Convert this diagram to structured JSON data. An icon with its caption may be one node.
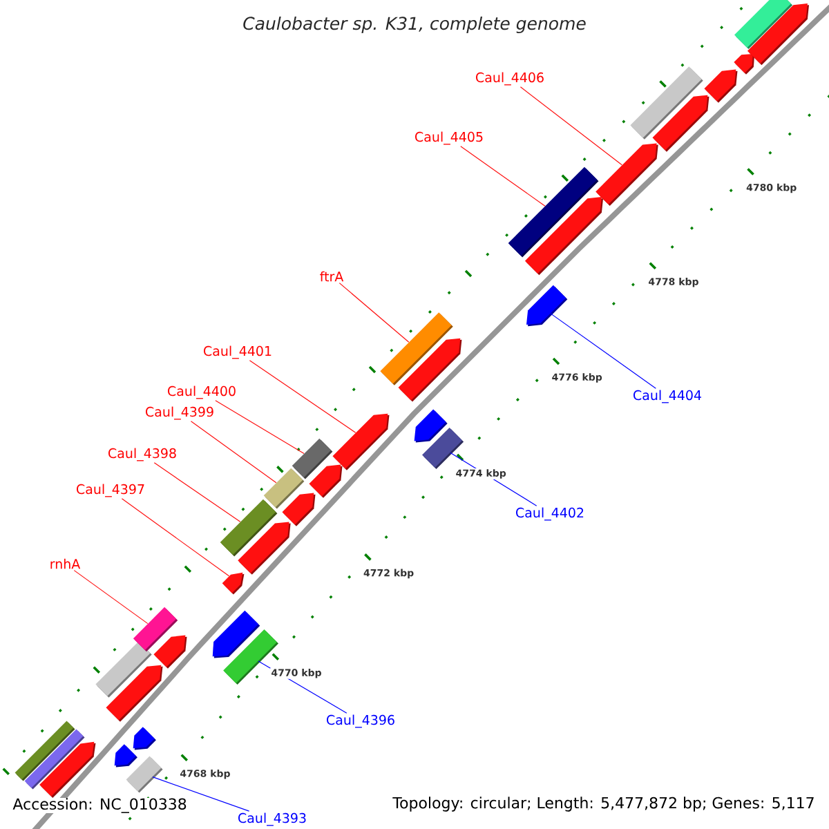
{
  "diagram": {
    "title": "Caulobacter sp. K31, complete genome",
    "nodes": [
      {
        "text": [
          "Caul_4406"
        ]
      },
      {
        "text": [
          "Caul_4405"
        ]
      },
      {
        "text": [
          "ftrA"
        ]
      },
      {
        "text": [
          "Caul_4401"
        ]
      },
      {
        "text": [
          "Caul_4400"
        ]
      },
      {
        "text": [
          "Caul_4404"
        ]
      },
      {
        "text": [
          "Caul_4399"
        ]
      },
      {
        "text": [
          "Caul_4398"
        ]
      },
      {
        "text": [
          "Caul_4397"
        ]
      },
      {
        "text": [
          "Caul_4402"
        ]
      },
      {
        "text": [
          "rnhA"
        ]
      },
      {
        "text": [
          "Caul_4396"
        ]
      },
      {
        "text": [
          "Caul_4393"
        ]
      },
      {
        "text": [],
        "shape": "box"
      },
      {
        "text": [],
        "shape": "box"
      },
      {
        "text": [],
        "shape": "pentagon"
      },
      {
        "text": [],
        "shape": "pentagon"
      },
      {
        "text": [],
        "shape": "box"
      },
      {
        "text": [],
        "shape": "pentagon"
      },
      {
        "text": [],
        "shape": "box"
      },
      {
        "text": [],
        "shape": "pentagon"
      },
      {
        "text": [],
        "shape": "pentagon"
      },
      {
        "text": [],
        "shape": "box"
      },
      {
        "text": [],
        "shape": "box"
      },
      {
        "text": [],
        "shape": "pentagon"
      },
      {
        "text": [],
        "shape": "pentagon"
      },
      {
        "text": [],
        "shape": "pentagon"
      },
      {
        "text": [],
        "shape": "box"
      },
      {
        "text": [],
        "shape": "pentagon"
      },
      {
        "text": [],
        "shape": "box"
      },
      {
        "text": [],
        "shape": "box"
      },
      {
        "text": [],
        "shape": "pentagon"
      },
      {
        "text": [],
        "shape": "pentagon"
      },
      {
        "text": [],
        "shape": "box"
      },
      {
        "text": [],
        "shape": "pentagon"
      },
      {
        "text": [],
        "shape": "pentagon"
      },
      {
        "text": [],
        "shape": "box"
      },
      {
        "text": [],
        "shape": "pentagon"
      },
      {
        "text": [],
        "shape": "pentagon"
      },
      {
        "text": [],
        "shape": "box"
      },
      {
        "text": [],
        "shape": "pentagon"
      },
      {
        "text": [],
        "shape": "pentagon"
      },
      {
        "text": [],
        "shape": "box"
      },
      {
        "text": [],
        "shape": "pentagon"
      },
      {
        "text": [],
        "shape": "pentagon"
      },
      {
        "text": [],
        "shape": "box"
      },
      {
        "text": [],
        "shape": "pentagon"
      }
    ],
    "edges": [
      {
        "from": 0,
        "to": 40,
        "arrow": "none"
      },
      {
        "from": 1,
        "to": 39,
        "arrow": "none"
      },
      {
        "from": 2,
        "to": 36,
        "arrow": "none"
      },
      {
        "from": 3,
        "to": 32,
        "arrow": "none"
      },
      {
        "from": 4,
        "to": 30,
        "arrow": "none"
      },
      {
        "from": 5,
        "to": 37,
        "arrow": "none",
        "color": "#0000ff"
      },
      {
        "from": 6,
        "to": 29,
        "arrow": "none"
      },
      {
        "from": 7,
        "to": 27,
        "arrow": "none"
      },
      {
        "from": 8,
        "to": 25,
        "arrow": "none"
      },
      {
        "from": 9,
        "to": 33,
        "arrow": "none",
        "color": "#0000ff"
      },
      {
        "from": 10,
        "to": 22,
        "arrow": "none"
      },
      {
        "from": 11,
        "to": 23,
        "arrow": "none",
        "color": "#0000ff"
      },
      {
        "from": 12,
        "to": 17,
        "arrow": "none",
        "color": "#0000ff"
      }
    ],
    "labels": [
      "4780 kbp",
      "4778 kbp",
      "4776 kbp",
      "4774 kbp",
      "4772 kbp",
      "4770 kbp",
      "4768 kbp",
      "Accession: NC_010338",
      "Topology: circular; Length: 5,477,872 bp; Genes: 5,117"
    ]
  }
}
